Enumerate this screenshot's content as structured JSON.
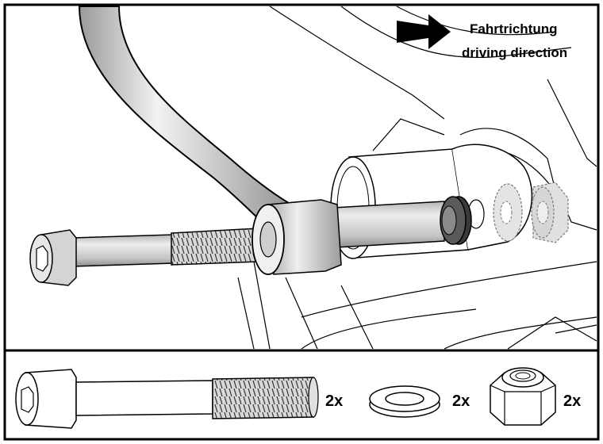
{
  "direction": {
    "label_de": "Fahrtrichtung",
    "label_en": "driving direction",
    "arrow_icon": "arrow-right-icon"
  },
  "parts": [
    {
      "name": "bolt",
      "icon": "hex-socket-bolt-icon",
      "qty": "2x"
    },
    {
      "name": "washer",
      "icon": "washer-icon",
      "qty": "2x"
    },
    {
      "name": "nut",
      "icon": "lock-nut-icon",
      "qty": "2x"
    }
  ],
  "colors": {
    "line": "#000000",
    "metal": "#c9c9c9",
    "background": "#ffffff"
  }
}
